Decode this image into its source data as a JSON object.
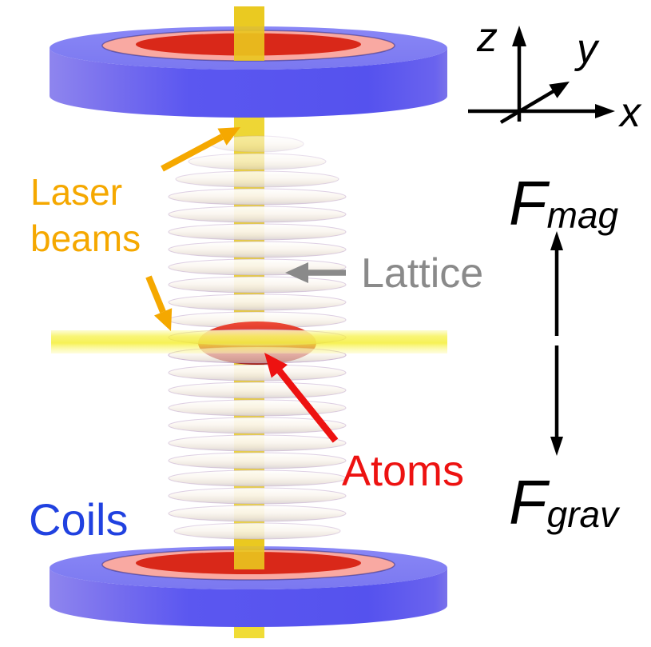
{
  "scene": {
    "lattice_disk_count": 23,
    "coil_count": 2,
    "laser_beam_count": 2
  },
  "labels": {
    "laser_beams": {
      "line1": "Laser",
      "line2": "beams"
    },
    "lattice": "Lattice",
    "atoms": "Atoms",
    "coils": "Coils"
  },
  "forces": {
    "f_mag": {
      "symbol": "F",
      "subscript": "mag"
    },
    "f_grav": {
      "symbol": "F",
      "subscript": "grav"
    }
  },
  "axes": {
    "x": "x",
    "y": "y",
    "z": "z"
  },
  "colors": {
    "laser_label": "#F5A800",
    "lattice_label": "#8A8A8A",
    "atoms_label": "#ED1211",
    "coils_label": "#2041E0",
    "axis_black": "#000000",
    "coil_side_blue": "#5C57F1",
    "coil_top_blue": "#807DF3",
    "coil_ring_pink": "#F9A9A2",
    "coil_core_red": "#D92819",
    "beam_yellow": "#F2DC33",
    "atom_cloud_red": "#C71F10",
    "lattice_disk_white": "#FFFFFF"
  }
}
